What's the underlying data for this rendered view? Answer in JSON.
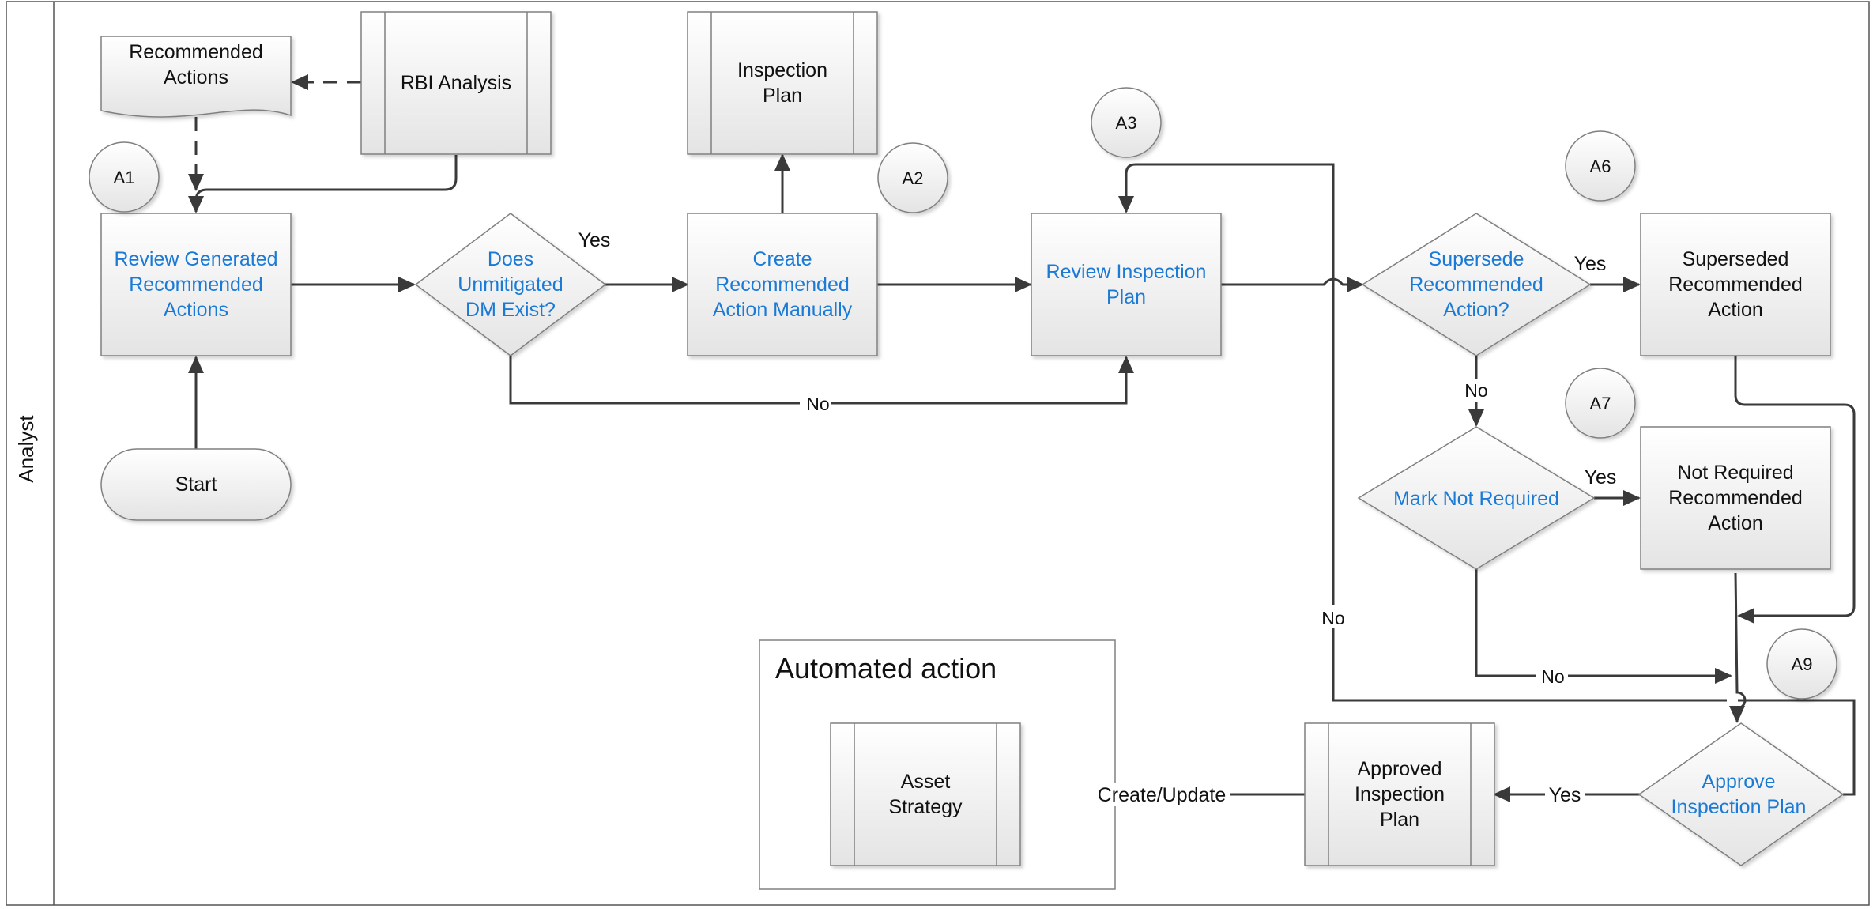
{
  "lane": {
    "label": "Analyst"
  },
  "nodes": {
    "recommended_actions": "Recommended\nActions",
    "rbi_analysis": "RBI Analysis",
    "inspection_plan": "Inspection\nPlan",
    "review_generated": "Review Generated\nRecommended\nActions",
    "does_unmitigated": "Does\nUnmitigated\nDM Exist?",
    "create_recommended": "Create\nRecommended\nAction Manually",
    "review_inspection": "Review Inspection\nPlan",
    "supersede": "Supersede\nRecommended\nAction?",
    "superseded_action": "Superseded\nRecommended\nAction",
    "mark_not_required": "Mark Not Required",
    "not_required_action": "Not Required\nRecommended\nAction",
    "start": "Start",
    "approve": "Approve\nInspection Plan",
    "approved_plan": "Approved\nInspection\nPlan",
    "asset_strategy": "Asset\nStrategy"
  },
  "markers": [
    "A1",
    "A2",
    "A3",
    "A6",
    "A7",
    "A9"
  ],
  "automated_box": {
    "title": "Automated action"
  },
  "edge_labels": {
    "yes_dm": "Yes",
    "no_dm": "No",
    "yes_supersede": "Yes",
    "no_supersede": "No",
    "yes_mark": "Yes",
    "no_mark": "No",
    "no_approve": "No",
    "yes_approve": "Yes",
    "create_update": "Create/Update"
  },
  "colors": {
    "link_text": "#1a7ad6",
    "plain_text": "#111111",
    "connector": "#3a3a3a",
    "shape_border": "#808080",
    "shape_fill_top": "#ffffff",
    "shape_fill_bottom": "#e6e6e6"
  }
}
